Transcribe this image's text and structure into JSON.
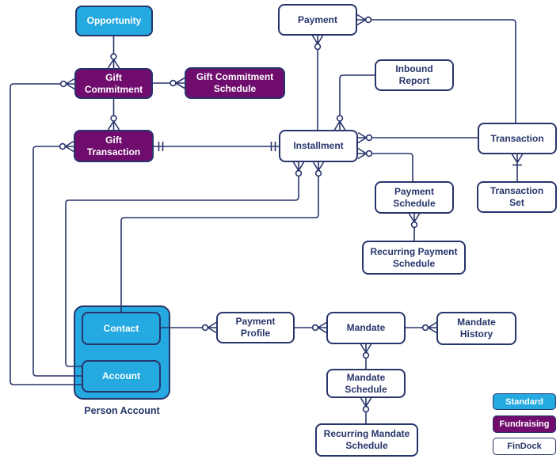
{
  "diagram": {
    "nodes": {
      "opportunity": {
        "label": "Opportunity",
        "category": "standard"
      },
      "gift_commitment": {
        "label": "Gift Commitment",
        "category": "fundraising"
      },
      "gift_commitment_schedule": {
        "label": "Gift Commitment Schedule",
        "category": "fundraising"
      },
      "gift_transaction": {
        "label": "Gift Transaction",
        "category": "fundraising"
      },
      "payment": {
        "label": "Payment",
        "category": "findock"
      },
      "inbound_report": {
        "label": "Inbound Report",
        "category": "findock"
      },
      "installment": {
        "label": "Installment",
        "category": "findock"
      },
      "transaction": {
        "label": "Transaction",
        "category": "findock"
      },
      "transaction_set": {
        "label": "Transaction Set",
        "category": "findock"
      },
      "payment_schedule": {
        "label": "Payment Schedule",
        "category": "findock"
      },
      "recurring_payment_schedule": {
        "label": "Recurring Payment Schedule",
        "category": "findock"
      },
      "contact": {
        "label": "Contact",
        "category": "standard"
      },
      "account": {
        "label": "Account",
        "category": "standard"
      },
      "payment_profile": {
        "label": "Payment Profile",
        "category": "findock"
      },
      "mandate": {
        "label": "Mandate",
        "category": "findock"
      },
      "mandate_history": {
        "label": "Mandate History",
        "category": "findock"
      },
      "mandate_schedule": {
        "label": "Mandate Schedule",
        "category": "findock"
      },
      "recurring_mandate_schedule": {
        "label": "Recurring Mandate Schedule",
        "category": "findock"
      }
    },
    "groups": {
      "person_account": {
        "label": "Person Account"
      }
    },
    "legend": {
      "standard": {
        "label": "Standard"
      },
      "fundraising": {
        "label": "Fundraising"
      },
      "findock": {
        "label": "FinDock"
      }
    },
    "colors": {
      "standard": "#24A9E1",
      "fundraising": "#6F0C6D",
      "findock": "#FFFFFF",
      "line": "#28356B",
      "bg": "#FFFFFF"
    },
    "relationships": [
      {
        "from": "Opportunity",
        "to": "Gift Commitment",
        "marker_at": "Gift Commitment",
        "marker": "zero-or-many"
      },
      {
        "from": "Gift Commitment",
        "to": "Gift Commitment Schedule",
        "marker_at": "Gift Commitment Schedule",
        "marker": "zero-or-many"
      },
      {
        "from": "Gift Commitment",
        "to": "Gift Transaction",
        "marker_at": "Gift Transaction",
        "marker": "zero-or-many"
      },
      {
        "from": "Gift Transaction",
        "to": "Installment",
        "marker_at": "both",
        "marker": "exactly-one"
      },
      {
        "from": "Account",
        "to": "Gift Commitment",
        "marker_at": "Gift Commitment",
        "marker": "zero-or-many"
      },
      {
        "from": "Account",
        "to": "Gift Transaction",
        "marker_at": "Gift Transaction",
        "marker": "zero-or-many"
      },
      {
        "from": "Account",
        "to": "Installment",
        "marker_at": "Installment",
        "marker": "zero-or-many"
      },
      {
        "from": "Contact",
        "to": "Installment",
        "marker_at": "Installment",
        "marker": "zero-or-many"
      },
      {
        "from": "Installment",
        "to": "Payment",
        "marker_at": "Payment",
        "marker": "zero-or-many"
      },
      {
        "from": "Transaction",
        "to": "Payment",
        "marker_at": "Payment",
        "marker": "zero-or-many"
      },
      {
        "from": "Transaction",
        "to": "Installment",
        "marker_at": "Installment",
        "marker": "zero-or-many"
      },
      {
        "from": "Payment Schedule",
        "to": "Installment",
        "marker_at": "Installment",
        "marker": "zero-or-many"
      },
      {
        "from": "Inbound Report",
        "to": "Installment",
        "marker_at": "Installment",
        "marker": "zero-or-many"
      },
      {
        "from": "Transaction Set",
        "to": "Transaction",
        "marker_at": "Transaction",
        "marker": "one-or-many"
      },
      {
        "from": "Recurring Payment Schedule",
        "to": "Payment Schedule",
        "marker_at": "Payment Schedule",
        "marker": "zero-or-many"
      },
      {
        "from": "Contact",
        "to": "Payment Profile",
        "marker_at": "Payment Profile",
        "marker": "zero-or-many"
      },
      {
        "from": "Payment Profile",
        "to": "Mandate",
        "marker_at": "Mandate",
        "marker": "zero-or-many"
      },
      {
        "from": "Mandate",
        "to": "Mandate History",
        "marker_at": "Mandate History",
        "marker": "zero-or-many"
      },
      {
        "from": "Mandate Schedule",
        "to": "Mandate",
        "marker_at": "Mandate",
        "marker": "zero-or-many"
      },
      {
        "from": "Recurring Mandate Schedule",
        "to": "Mandate Schedule",
        "marker_at": "Mandate Schedule",
        "marker": "zero-or-many"
      }
    ]
  }
}
